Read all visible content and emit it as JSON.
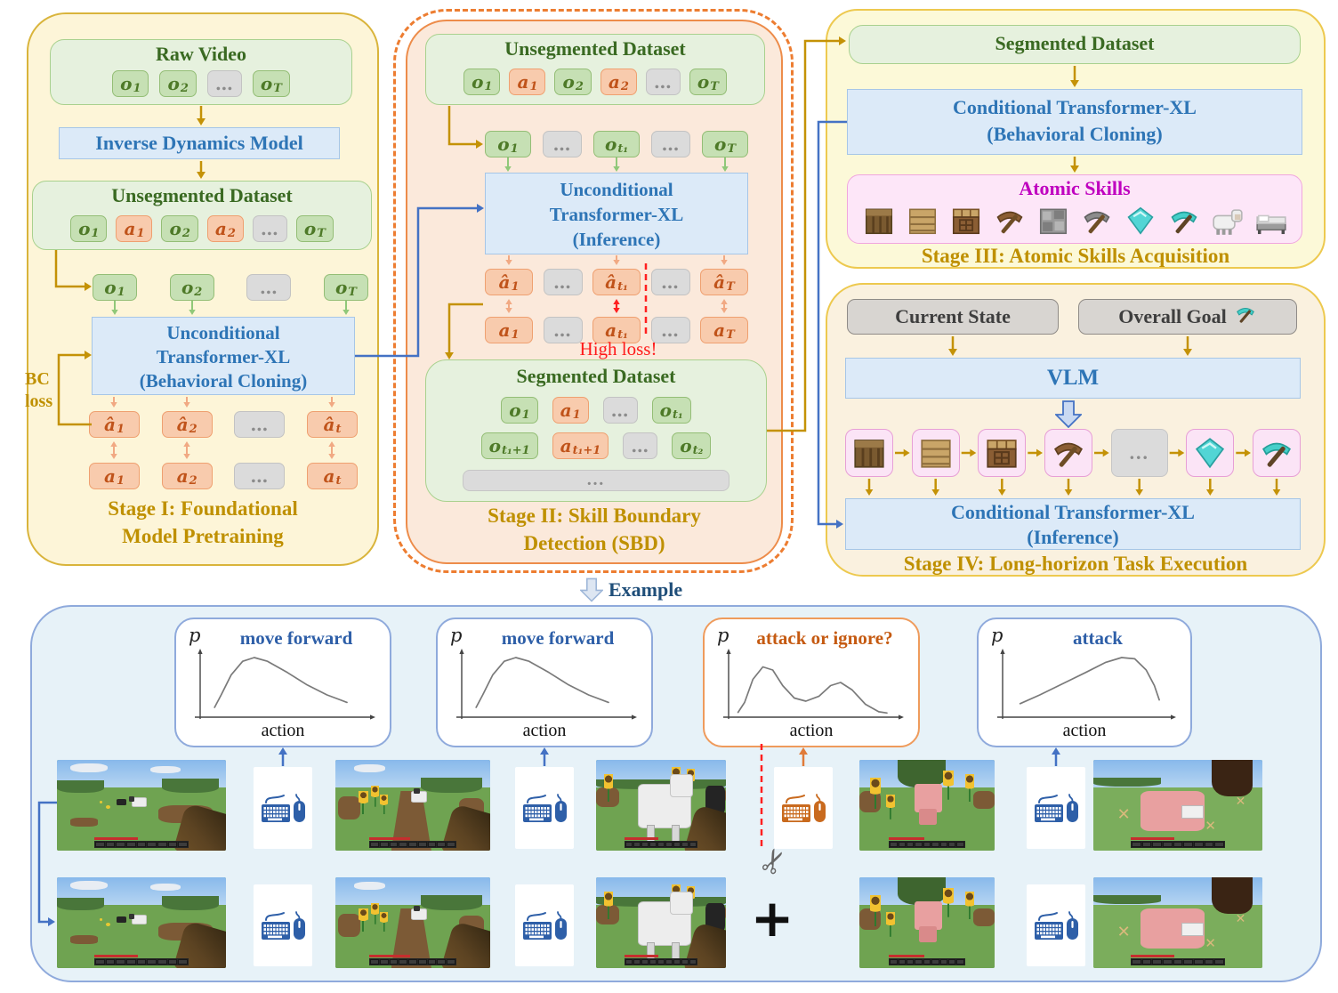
{
  "colors": {
    "gold_connector": "#C49206",
    "blue_connector": "#4472C4",
    "green_arrow": "#90C879",
    "salmon_arrow": "#F1A983",
    "red": "#FF1A1A",
    "stage_title": "#BF9000",
    "model_text": "#2E75B6",
    "magenta": "#BF00BF",
    "orange_accent": "#ED7D31",
    "bottom_bg": "#E7F2F8",
    "bottom_border": "#8FAADC"
  },
  "stage1": {
    "raw_video": {
      "title": "Raw Video",
      "tokens": [
        {
          "b": "o",
          "s": "1",
          "v": "g"
        },
        {
          "b": "o",
          "s": "2",
          "v": "g"
        },
        {
          "b": "…",
          "v": "x"
        },
        {
          "b": "o",
          "s": "T",
          "v": "g"
        }
      ]
    },
    "idm_label": "Inverse Dynamics Model",
    "unsegmented": {
      "title": "Unsegmented Dataset",
      "tokens": [
        {
          "b": "o",
          "s": "1",
          "v": "g"
        },
        {
          "b": "a",
          "s": "1",
          "v": "o"
        },
        {
          "b": "o",
          "s": "2",
          "v": "g"
        },
        {
          "b": "a",
          "s": "2",
          "v": "o"
        },
        {
          "b": "…",
          "v": "x"
        },
        {
          "b": "o",
          "s": "T",
          "v": "g"
        }
      ]
    },
    "obs_row": [
      {
        "b": "o",
        "s": "1",
        "v": "g"
      },
      {
        "b": "o",
        "s": "2",
        "v": "g"
      },
      {
        "b": "…",
        "v": "x"
      },
      {
        "b": "o",
        "s": "T",
        "v": "g"
      }
    ],
    "txl_label": [
      "Unconditional",
      "Transformer-XL",
      "(Behavioral Cloning)"
    ],
    "pred_row": [
      {
        "b": "â",
        "s": "1",
        "v": "o"
      },
      {
        "b": "â",
        "s": "2",
        "v": "o"
      },
      {
        "b": "…",
        "v": "x"
      },
      {
        "b": "â",
        "s": "t",
        "v": "o"
      }
    ],
    "action_row": [
      {
        "b": "a",
        "s": "1",
        "v": "o"
      },
      {
        "b": "a",
        "s": "2",
        "v": "o"
      },
      {
        "b": "…",
        "v": "x"
      },
      {
        "b": "a",
        "s": "t",
        "v": "o"
      }
    ],
    "bc_loss_label": [
      "BC",
      "loss"
    ],
    "panel_title": [
      "Stage I: Foundational",
      "Model Pretraining"
    ]
  },
  "stage2": {
    "unsegmented": {
      "title": "Unsegmented Dataset",
      "tokens": [
        {
          "b": "o",
          "s": "1",
          "v": "g"
        },
        {
          "b": "a",
          "s": "1",
          "v": "o"
        },
        {
          "b": "o",
          "s": "2",
          "v": "g"
        },
        {
          "b": "a",
          "s": "2",
          "v": "o"
        },
        {
          "b": "…",
          "v": "x"
        },
        {
          "b": "o",
          "s": "T",
          "v": "g"
        }
      ]
    },
    "obs_row": [
      {
        "b": "o",
        "s": "1",
        "v": "g"
      },
      {
        "b": "…",
        "v": "x"
      },
      {
        "b": "o",
        "s": "t₁",
        "v": "g"
      },
      {
        "b": "…",
        "v": "x"
      },
      {
        "b": "o",
        "s": "T",
        "v": "g"
      }
    ],
    "txl_label": [
      "Unconditional",
      "Transformer-XL",
      "(Inference)"
    ],
    "pred_row": [
      {
        "b": "â",
        "s": "1",
        "v": "o"
      },
      {
        "b": "…",
        "v": "x"
      },
      {
        "b": "â",
        "s": "t₁",
        "v": "o"
      },
      {
        "b": "…",
        "v": "x"
      },
      {
        "b": "â",
        "s": "T",
        "v": "o"
      }
    ],
    "action_row": [
      {
        "b": "a",
        "s": "1",
        "v": "o"
      },
      {
        "b": "…",
        "v": "x"
      },
      {
        "b": "a",
        "s": "t₁",
        "v": "o"
      },
      {
        "b": "…",
        "v": "x"
      },
      {
        "b": "a",
        "s": "T",
        "v": "o"
      }
    ],
    "high_loss_label": "High loss!",
    "segmented": {
      "title": "Segmented Dataset",
      "rows": [
        [
          {
            "b": "o",
            "s": "1",
            "v": "g"
          },
          {
            "b": "a",
            "s": "1",
            "v": "o"
          },
          {
            "b": "…",
            "v": "x"
          },
          {
            "b": "o",
            "s": "t₁",
            "v": "g"
          }
        ],
        [
          {
            "b": "o",
            "s": "t₁+1",
            "v": "g"
          },
          {
            "b": "a",
            "s": "t₁+1",
            "v": "o"
          },
          {
            "b": "…",
            "v": "x"
          },
          {
            "b": "o",
            "s": "t₂",
            "v": "g"
          }
        ]
      ],
      "bar": "…"
    },
    "panel_title": [
      "Stage II: Skill Boundary",
      "Detection (SBD)"
    ]
  },
  "stage3": {
    "segmented_label": "Segmented Dataset",
    "txl_label": [
      "Conditional Transformer-XL",
      "(Behavioral Cloning)"
    ],
    "atomic_title": "Atomic Skills",
    "skills": [
      "oak-log",
      "oak-planks",
      "crafting-table",
      "wooden-pickaxe",
      "cobblestone",
      "stone-pickaxe",
      "diamond",
      "diamond-pickaxe",
      "sheep",
      "bed"
    ],
    "panel_title": "Stage III: Atomic Skills Acquisition"
  },
  "stage4": {
    "current_state_label": "Current State",
    "overall_goal_label": "Overall Goal",
    "goal_icon": "diamond-pickaxe",
    "vlm_label": "VLM",
    "chain": [
      "oak-log",
      "oak-planks",
      "crafting-table",
      "wooden-pickaxe",
      "ellipsis",
      "diamond",
      "diamond-pickaxe"
    ],
    "txl_label": [
      "Conditional Transformer-XL",
      "(Inference)"
    ],
    "panel_title": "Stage IV: Long-horizon Task Execution"
  },
  "example_label": "Example",
  "bottom": {
    "plots": [
      {
        "ylabel": "p",
        "xlabel": "action",
        "title": "move forward",
        "accent": "blue",
        "points": [
          [
            0.06,
            0.1
          ],
          [
            0.1,
            0.3
          ],
          [
            0.16,
            0.62
          ],
          [
            0.23,
            0.84
          ],
          [
            0.3,
            0.9
          ],
          [
            0.38,
            0.84
          ],
          [
            0.5,
            0.66
          ],
          [
            0.62,
            0.46
          ],
          [
            0.74,
            0.3
          ],
          [
            0.86,
            0.18
          ]
        ]
      },
      {
        "ylabel": "p",
        "xlabel": "action",
        "title": "move forward",
        "accent": "blue",
        "points": [
          [
            0.06,
            0.1
          ],
          [
            0.1,
            0.3
          ],
          [
            0.16,
            0.62
          ],
          [
            0.23,
            0.84
          ],
          [
            0.3,
            0.9
          ],
          [
            0.38,
            0.84
          ],
          [
            0.5,
            0.66
          ],
          [
            0.62,
            0.46
          ],
          [
            0.74,
            0.3
          ],
          [
            0.86,
            0.18
          ]
        ]
      },
      {
        "ylabel": "p",
        "xlabel": "action",
        "title": "attack or ignore?",
        "accent": "orange",
        "points": [
          [
            0.03,
            0.02
          ],
          [
            0.07,
            0.18
          ],
          [
            0.12,
            0.55
          ],
          [
            0.18,
            0.75
          ],
          [
            0.24,
            0.7
          ],
          [
            0.3,
            0.45
          ],
          [
            0.37,
            0.25
          ],
          [
            0.44,
            0.2
          ],
          [
            0.52,
            0.28
          ],
          [
            0.59,
            0.45
          ],
          [
            0.65,
            0.5
          ],
          [
            0.72,
            0.38
          ],
          [
            0.8,
            0.15
          ],
          [
            0.88,
            0.03
          ],
          [
            0.93,
            0.01
          ]
        ]
      },
      {
        "ylabel": "p",
        "xlabel": "action",
        "title": "attack",
        "accent": "blue",
        "points": [
          [
            0.08,
            0.16
          ],
          [
            0.2,
            0.3
          ],
          [
            0.34,
            0.48
          ],
          [
            0.48,
            0.66
          ],
          [
            0.6,
            0.82
          ],
          [
            0.7,
            0.9
          ],
          [
            0.78,
            0.88
          ],
          [
            0.85,
            0.7
          ],
          [
            0.9,
            0.45
          ],
          [
            0.93,
            0.22
          ]
        ]
      }
    ],
    "row_scenes": [
      "grassland-with-sheep",
      "sheep-on-path-sunflowers",
      "white-sheep-closeup",
      "pig-among-sunflowers",
      "pig-attacked-closeup"
    ],
    "plus_label": "+"
  },
  "icons": {
    "scissors": "✂"
  }
}
